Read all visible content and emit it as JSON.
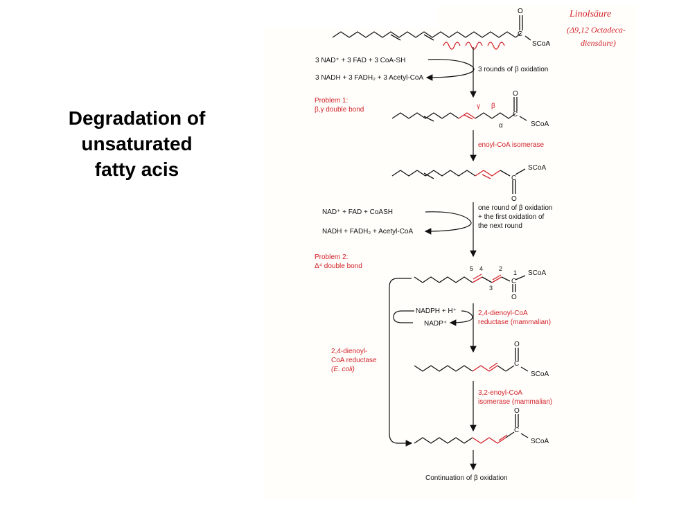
{
  "slide": {
    "title_lines": [
      "Degradation of",
      "unsaturated",
      "fatty acis"
    ]
  },
  "colors": {
    "ink": "#111111",
    "accent": "#d2202a",
    "note": "#d2202a"
  },
  "handwritten_note": {
    "line1": "Linolsäure",
    "line2": "(Δ9,12 Octadeca-",
    "line3": "diensäure)"
  },
  "steps": {
    "round1": {
      "inputs": "3 NAD⁺ + 3 FAD + 3 CoA-SH",
      "outputs": "3 NADH + 3 FADH₂ + 3 Acetyl-CoA",
      "label": "3 rounds of β oxidation"
    },
    "problem1": {
      "title": "Problem 1:",
      "desc": "β,γ double bond",
      "gamma": "γ",
      "beta": "β",
      "alpha": "α"
    },
    "isomerase1": {
      "label": "enoyl-CoA isomerase"
    },
    "round2": {
      "inputs": "NAD⁺ + FAD + CoASH",
      "outputs": "NADH + FADH₂ + Acetyl-CoA",
      "label_line1": "one round of β oxidation",
      "label_line2": "+ the first oxidation of",
      "label_line3": "the next round"
    },
    "problem2": {
      "title": "Problem 2:",
      "desc": "Δ⁴ double bond",
      "pos5": "5",
      "pos4": "4",
      "pos2": "2",
      "pos1": "1",
      "pos3": "3"
    },
    "reductase_mammal": {
      "cofactor_in": "NADPH + H⁺",
      "cofactor_out": "NADP⁺",
      "label_line1": "2,4-dienoyl-CoA",
      "label_line2": "reductase (mammalian)"
    },
    "reductase_ecoli": {
      "line1": "2,4-dienoyl-",
      "line2": "CoA reductase",
      "line3": "(E. coli)"
    },
    "isomerase2": {
      "label_line1": "3,2-enoyl-CoA",
      "label_line2": "isomerase (mammalian)"
    },
    "continuation": {
      "label": "Continuation of β oxidation"
    }
  },
  "atoms": {
    "carbon": "C",
    "oxygen": "O",
    "scoa": "SCoA"
  }
}
